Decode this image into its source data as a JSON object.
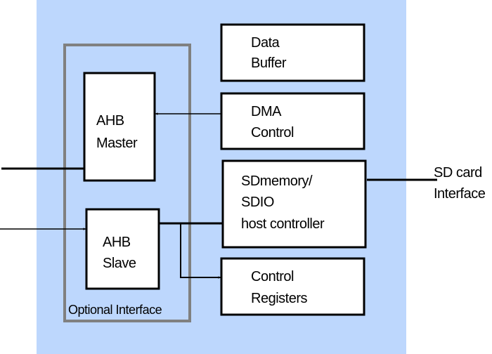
{
  "colors": {
    "background_region": "#bdd7fd",
    "optional_border": "#808080",
    "box_border": "#000000"
  },
  "blocks": {
    "data_buffer": [
      "Data",
      "Buffer"
    ],
    "dma_control": [
      "DMA",
      "Control"
    ],
    "host_controller": [
      "SDmemory/",
      "SDIO",
      "host controller"
    ],
    "control_registers": [
      "Control",
      "Registers"
    ],
    "ahb_master": [
      "AHB",
      "Master"
    ],
    "ahb_slave": [
      "AHB",
      "Slave"
    ]
  },
  "optional_interface_label": "Optional Interface",
  "external": {
    "sd_card_interface": [
      "SD card",
      "Interface"
    ]
  }
}
